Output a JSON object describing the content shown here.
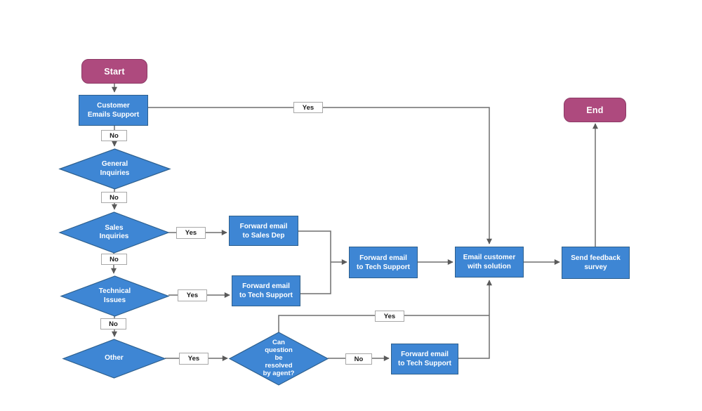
{
  "nodes": {
    "start": {
      "type": "terminator",
      "label": "Start"
    },
    "customer_emails_support": {
      "type": "process",
      "label": "Customer\nEmails Support"
    },
    "general_inquiries": {
      "type": "decision",
      "label": "General\nInquiries"
    },
    "sales_inquiries": {
      "type": "decision",
      "label": "Sales\nInquiries"
    },
    "technical_issues": {
      "type": "decision",
      "label": "Technical\nIssues"
    },
    "other": {
      "type": "decision",
      "label": "Other"
    },
    "forward_sales_dep": {
      "type": "process",
      "label": "Forward email\nto Sales Dep"
    },
    "forward_tech_support_left": {
      "type": "process",
      "label": "Forward email\nto Tech Support"
    },
    "forward_tech_support_center": {
      "type": "process",
      "label": "Forward email\nto Tech Support"
    },
    "can_resolve": {
      "type": "decision",
      "label": "Can\nquestion\nbe\nresolved\nby agent?"
    },
    "forward_tech_support_bottom": {
      "type": "process",
      "label": "Forward email\nto Tech Support"
    },
    "email_customer": {
      "type": "process",
      "label": "Email customer\nwith solution"
    },
    "send_feedback_survey": {
      "type": "process",
      "label": "Send feedback\nsurvey"
    },
    "end": {
      "type": "terminator",
      "label": "End"
    }
  },
  "edge_labels": {
    "ces_yes": "Yes",
    "ces_no": "No",
    "general_no": "No",
    "sales_yes": "Yes",
    "sales_no": "No",
    "tech_yes": "Yes",
    "tech_no": "No",
    "other_yes": "Yes",
    "can_yes": "Yes",
    "can_no": "No"
  },
  "colors": {
    "process_fill": "#3e86d4",
    "process_border": "#2d5f8d",
    "terminator_fill": "#ae4a7e",
    "terminator_border": "#8c3a65",
    "connector": "#6e6e6e",
    "arrowhead": "#5a5a5a",
    "edge_label_border": "#a8a8a8",
    "shape_text": "#ffffff",
    "edge_label_text": "#1a1a1a",
    "canvas_background": "#ffffff"
  }
}
